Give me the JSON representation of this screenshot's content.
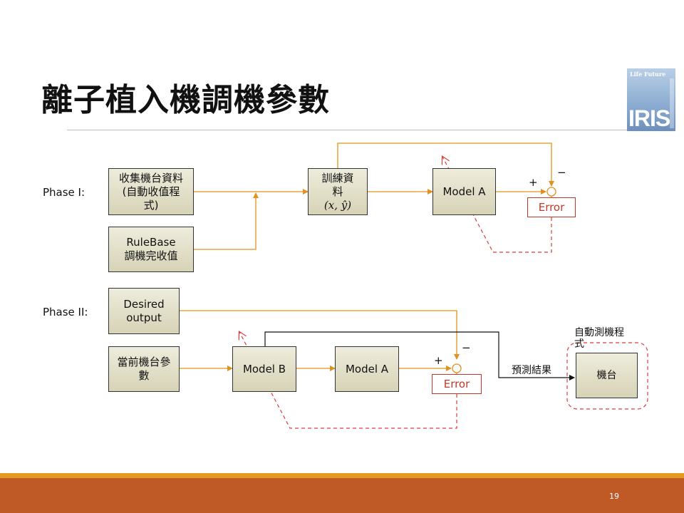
{
  "slide": {
    "title": "離子植入機調機參數",
    "page_number": "19",
    "colors": {
      "orange_line": "#e0921f",
      "dashed_red": "#e03b3b",
      "footer": "#bf5a27",
      "footer_accent": "#e59b1f",
      "box_fill": "#dcd8bd"
    }
  },
  "logo": {
    "text_top": "Life Future",
    "text_main": "IRIS",
    "icon": "iris-logo"
  },
  "phase1": {
    "label": "Phase I:",
    "collect_box": [
      "收集機台資料",
      "(自動收值程",
      "式)"
    ],
    "rulebase_box": [
      "RuleBase",
      "調機完收值"
    ],
    "training_box": [
      "訓練資",
      "料",
      "(𝑥, 𝑦̂)"
    ],
    "model_box": "Model A",
    "plus": "+",
    "minus": "−",
    "error": "Error"
  },
  "phase2": {
    "label": "Phase II:",
    "desired_box": [
      "Desired",
      "output"
    ],
    "current_box": [
      "當前機台參",
      "數"
    ],
    "model_b_box": "Model B",
    "model_a_box": "Model A",
    "plus": "+",
    "minus": "−",
    "error": "Error",
    "predict_label": "預測結果",
    "auto_label": [
      "自動測機程",
      "式"
    ],
    "machine_box": "機台"
  }
}
